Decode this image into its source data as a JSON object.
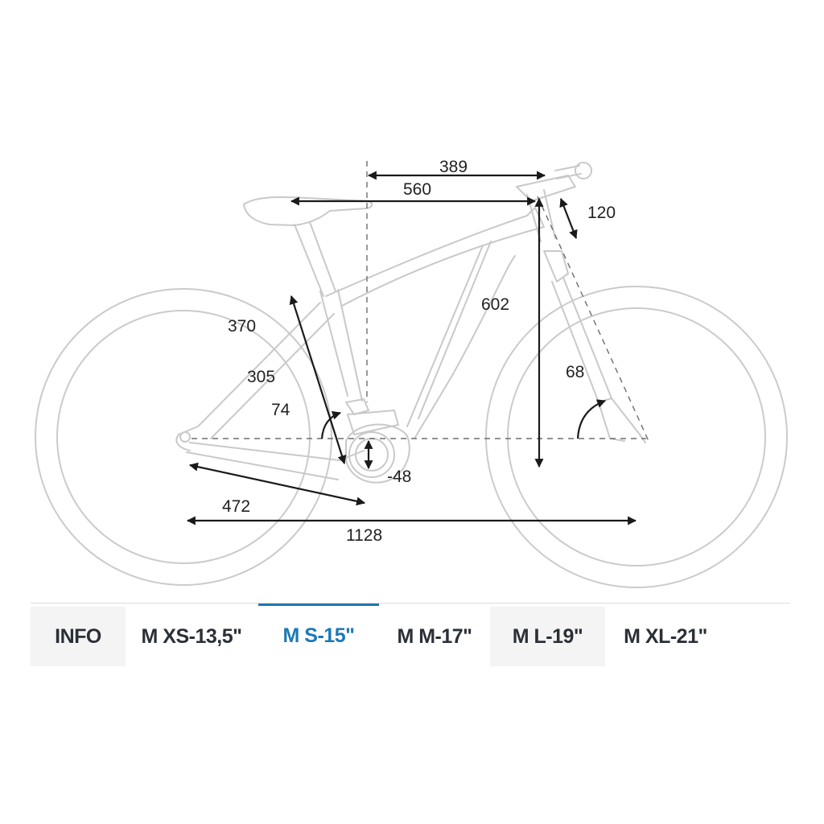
{
  "diagram": {
    "measurements": {
      "reach": "389",
      "top_tube": "560",
      "head_tube": "120",
      "stack": "602",
      "head_angle": "68",
      "seat_tube_top": "370",
      "seat_tube": "305",
      "seat_angle": "74",
      "bb_drop": "-48",
      "chainstay": "472",
      "wheelbase": "1128"
    }
  },
  "tabs": [
    {
      "label": "INFO",
      "active": false
    },
    {
      "label": "M XS-13,5\"",
      "active": false
    },
    {
      "label": "M S-15\"",
      "active": true
    },
    {
      "label": "M M-17\"",
      "active": false
    },
    {
      "label": "M L-19\"",
      "active": false
    },
    {
      "label": "M XL-21\"",
      "active": false
    }
  ],
  "colors": {
    "accent": "#1d79b5",
    "frame_outline": "#c9c9c9",
    "dimension": "#1a1a1a"
  }
}
